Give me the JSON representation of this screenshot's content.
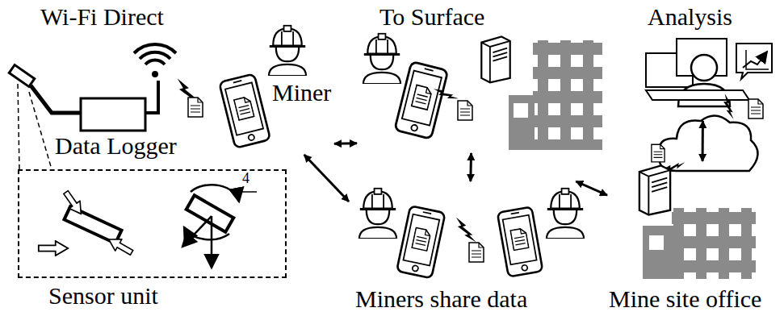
{
  "diagram": {
    "nodes": [
      {
        "text": [
          "Miner"
        ]
      },
      {
        "text": [
          "Data Logger"
        ]
      },
      {
        "text": [
          "Sensor unit"
        ]
      },
      {
        "text": [
          "To Surface"
        ]
      },
      {
        "text": [
          "Miners share data"
        ]
      },
      {
        "text": [
          "Mine site office"
        ]
      },
      {
        "text": [
          "Analysis"
        ]
      }
    ],
    "edges": [
      {
        "from": 0,
        "to": 3,
        "arrow": "both"
      },
      {
        "from": 0,
        "to": 4,
        "arrow": "both"
      },
      {
        "from": 3,
        "to": 4,
        "arrow": "both"
      },
      {
        "from": 4,
        "to": 5,
        "arrow": "both"
      },
      {
        "from": 5,
        "to": 6,
        "arrow": "both"
      }
    ],
    "labels": [
      "Wi-Fi Direct",
      "4"
    ]
  }
}
